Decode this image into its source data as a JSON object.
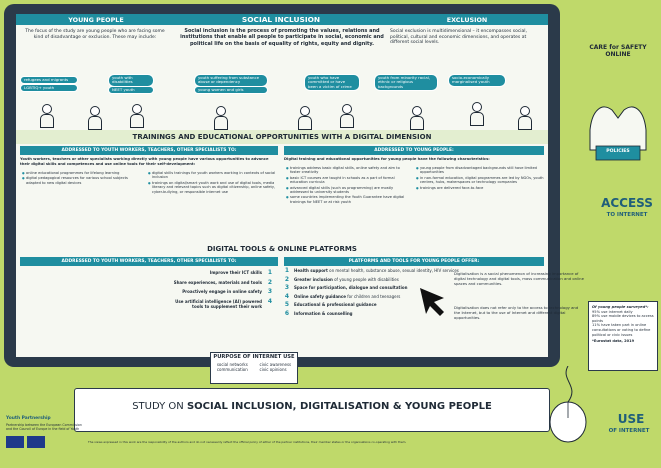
{
  "top": {
    "young_people_header": "YOUNG PEOPLE",
    "social_inclusion_header": "SOCIAL INCLUSION",
    "exclusion_header": "EXCLUSION",
    "young_people_text": "The focus of the study are young people who are facing some kind of disadvantage or exclusion. These may include:",
    "social_inclusion_text": "Social inclusion is the process of promoting the values, relations and institutions that enable all people to participate in social, economic and political life on the basis of equality of rights, equity and dignity.",
    "exclusion_text": "Social exclusion is multidimensional – it encompasses social, political, cultural and economic dimensions, and operates at different social levels.",
    "groups": [
      "refugees and migrants",
      "LGBTIQ+ youth",
      "youth with disabilities",
      "NEET youth",
      "youth suffering from substance abuse or dependency",
      "young women and girls",
      "youth who have committed or have been a victim of crime",
      "youth from minority racial, ethnic or religious backgrounds",
      "socio-economically marginalised youth"
    ]
  },
  "training": {
    "title": "TRAININGS AND EDUCATIONAL OPPORTUNITIES WITH A DIGITAL DIMENSION",
    "left_head": "ADDRESSED TO YOUTH WORKERS, TEACHERS, OTHER SPECIALISTS TO:",
    "right_head": "ADDRESSED TO YOUNG PEOPLE:",
    "left_intro": "Youth workers, teachers or other specialists working directly with young people have various opportunities to advance their digital skills and competences and use online tools for their self-development:",
    "right_intro": "Digital training and educational opportunities for young people have the following characteristics:",
    "left_col1": [
      "online educational programmes for lifelong learning",
      "digital pedagogical resources for various school subjects adapted to new digital devices"
    ],
    "left_col2": [
      "digital skills trainings for youth workers working in contexts of social inclusion",
      "trainings on digital/smart youth work and use of digital tools, media literacy and relevant topics such as digital citizenship, online safety, cyber-bullying, or responsible internet use"
    ],
    "right_col1": [
      "trainings address basic digital skills, online safety and aim to foster creativity",
      "basic ICT courses are taught in schools as a part of formal education curricula",
      "advanced digital skills (such as programming) are mostly addressed to university students",
      "some countries implementing the Youth Guarantee have digital trainings for NEET or at risk youth"
    ],
    "right_col2": [
      "young people from disadvantaged backgrounds still have limited opportunities",
      "in non-formal education, digital programmes are led by NGOs, youth centres, hubs, makerspaces or technology companies",
      "trainings are delivered face-to-face"
    ]
  },
  "tools": {
    "title": "DIGITAL TOOLS & ONLINE PLATFORMS",
    "left_head": "ADDRESSED TO YOUTH WORKERS, TEACHERS, OTHER SPECIALISTS TO:",
    "right_head": "PLATFORMS AND TOOLS FOR YOUNG PEOPLE OFFER:",
    "left_items": [
      "Improve their ICT skills",
      "Share experiences, materials and tools",
      "Proactively engage in online safety",
      "Use artificial intelligence (AI) powered tools to supplement their work"
    ],
    "left_nums": [
      "1",
      "2",
      "3",
      "4"
    ],
    "right_items": [
      {
        "b": "Health support",
        "s": " on mental health, substance abuse, sexual identity, HIV services"
      },
      {
        "b": "Greater inclusion",
        "s": " of young people with disabilities"
      },
      {
        "b": "Space for participation, dialogue and consultation",
        "s": ""
      },
      {
        "b": "Online safety guidance",
        "s": " for children and teenagers"
      },
      {
        "b": "Educational & professional guidance",
        "s": ""
      },
      {
        "b": "Information & counselling",
        "s": ""
      }
    ],
    "right_nums": [
      "1",
      "2",
      "3",
      "4",
      "5",
      "6"
    ]
  },
  "care": {
    "title": "CARE for SAFETY ONLINE",
    "book_label": "POLICIES"
  },
  "access": {
    "label": "ACCESS",
    "sub": "TO INTERNET",
    "text": "Digitalisation is a social phenomenon of increasing importance of digital technology and digital tools, mass communication and online spaces and communities.",
    "text2": "Digitalisation does not refer only to the access to technology and the Internet, but to the use of Internet and different digital opportunities."
  },
  "survey": {
    "title": "Of young people surveyed*:",
    "items": [
      "95% use internet daily",
      "89% use mobile devices to access points",
      "11% have taken part in online consultations or voting to define political or civic issues"
    ],
    "source": "*Eurostat data, 2019"
  },
  "purpose": {
    "title": "PURPOSE OF INTERNET USE",
    "items": [
      "social networks",
      "communication",
      "civic awareness",
      "civic opinions"
    ]
  },
  "keyboard": {
    "title_a": "STUDY ON ",
    "title_b": "SOCIAL INCLUSION, DIGITALISATION & YOUNG PEOPLE"
  },
  "use": {
    "label": "USE",
    "sub": "OF INTERNET"
  },
  "logo": {
    "name": "Youth Partnership",
    "desc": "Partnership between the European Commission and the Council of Europe in the field of Youth"
  },
  "footnote": "The views expressed in this work are the responsibility of the authors and do not necessarily reflect the official policy of either of the partner institutions, their member states or the organisations co-operating with them.",
  "colors": {
    "accent": "#1f8ea0",
    "background": "#bfd96a",
    "dark": "#2b3a4a"
  }
}
